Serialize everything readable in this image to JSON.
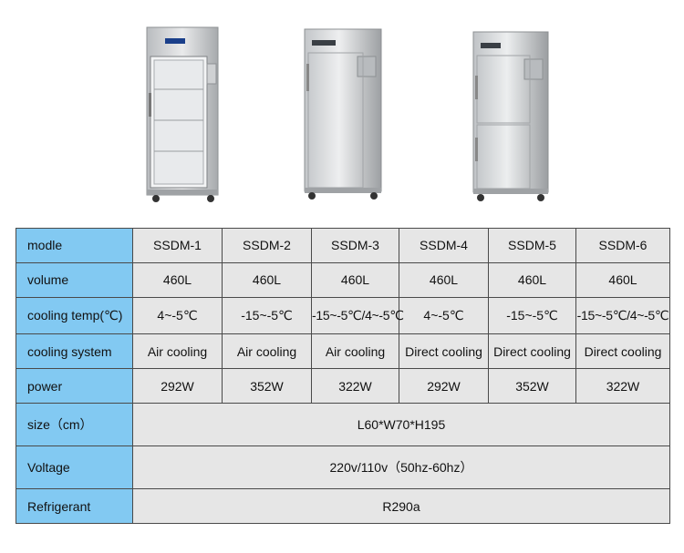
{
  "table": {
    "models_label": "modle",
    "models": [
      "SSDM-1",
      "SSDM-2",
      "SSDM-3",
      "SSDM-4",
      "SSDM-5",
      "SSDM-6"
    ],
    "rows": [
      {
        "label": "volume",
        "values": [
          "460L",
          "460L",
          "460L",
          "460L",
          "460L",
          "460L"
        ]
      },
      {
        "label": "cooling temp(℃)",
        "values": [
          "4~-5℃",
          "-15~-5℃",
          "-15~-5℃/4~-5℃",
          "4~-5℃",
          "-15~-5℃",
          "-15~-5℃/4~-5℃"
        ]
      },
      {
        "label": "cooling system",
        "values": [
          "Air cooling",
          "Air cooling",
          "Air cooling",
          "Direct cooling",
          "Direct cooling",
          "Direct cooling"
        ]
      },
      {
        "label": "power",
        "values": [
          "292W",
          "352W",
          "322W",
          "292W",
          "352W",
          "322W"
        ]
      }
    ],
    "size": {
      "label": "size（cm）",
      "value": "L60*W70*H195"
    },
    "voltage": {
      "label": "Voltage",
      "value": "220v/110v（50hz-60hz）"
    },
    "refrigerant": {
      "label": "Refrigerant",
      "value": "R290a"
    }
  },
  "colors": {
    "header_blue": "#82c9f2",
    "cell_gray": "#e6e6e6",
    "border": "#4a4a4a"
  }
}
